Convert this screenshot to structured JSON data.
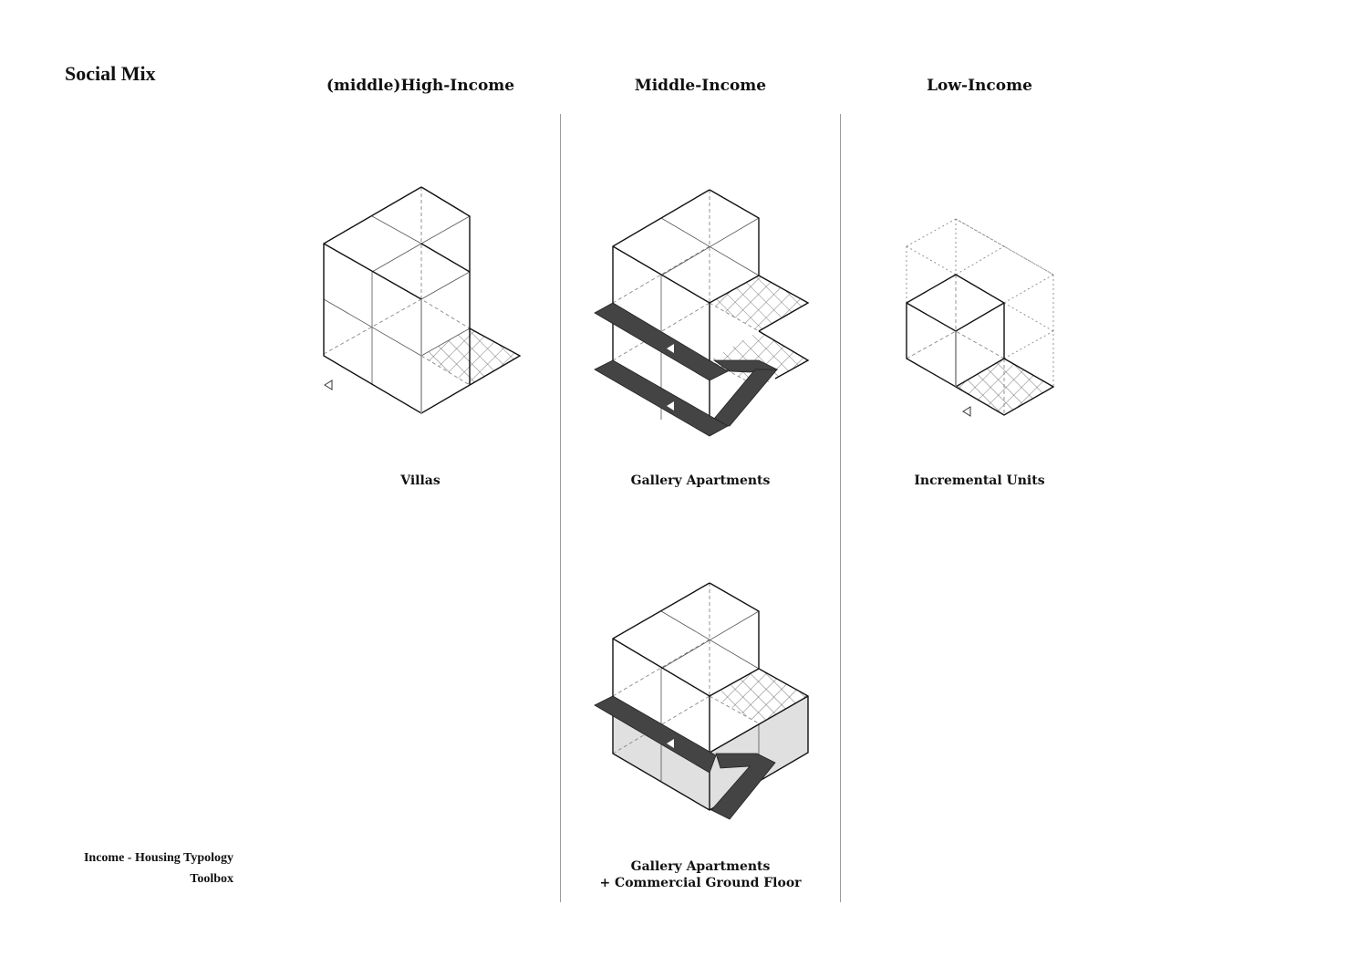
{
  "page_title": "Social Mix",
  "columns": [
    {
      "title": "(middle)High-Income",
      "typologies": [
        "Villas"
      ]
    },
    {
      "title": "Middle-Income",
      "typologies": [
        "Gallery Apartments",
        "Gallery Apartments",
        "+ Commercial Ground Floor"
      ]
    },
    {
      "title": "Low-Income",
      "typologies": [
        "Incremental Units"
      ]
    }
  ],
  "footer": {
    "line1": "Income - Housing Typology",
    "line2": "Toolbox"
  },
  "colors": {
    "gallery": "#444444",
    "commercial": "#e0e0e0",
    "divider": "#9a9a9a"
  }
}
